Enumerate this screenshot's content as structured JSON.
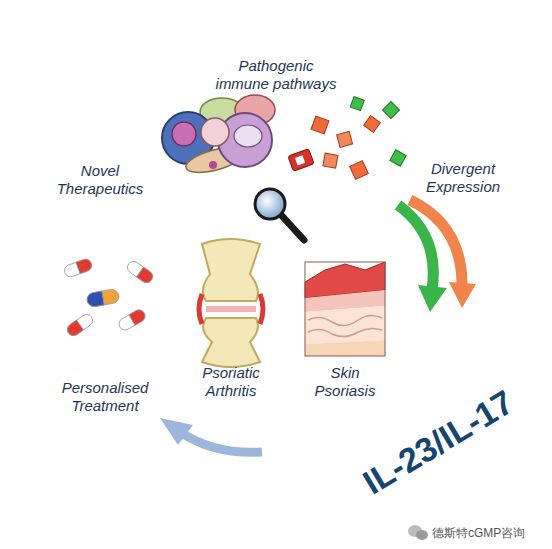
{
  "diagram": {
    "nodes": [
      {
        "text": [
          "Pathogenic immune pathways",
          "Novel Therapeutics",
          "Divergent Expression",
          "Personalised Treatment",
          "IL-23/IL-17"
        ]
      },
      {
        "text": [
          "Psoriatic Arthritis",
          "Skin Psoriasis"
        ],
        "in": 0
      }
    ],
    "edges": [],
    "labels": [
      "德斯特cGMP咨询"
    ]
  }
}
